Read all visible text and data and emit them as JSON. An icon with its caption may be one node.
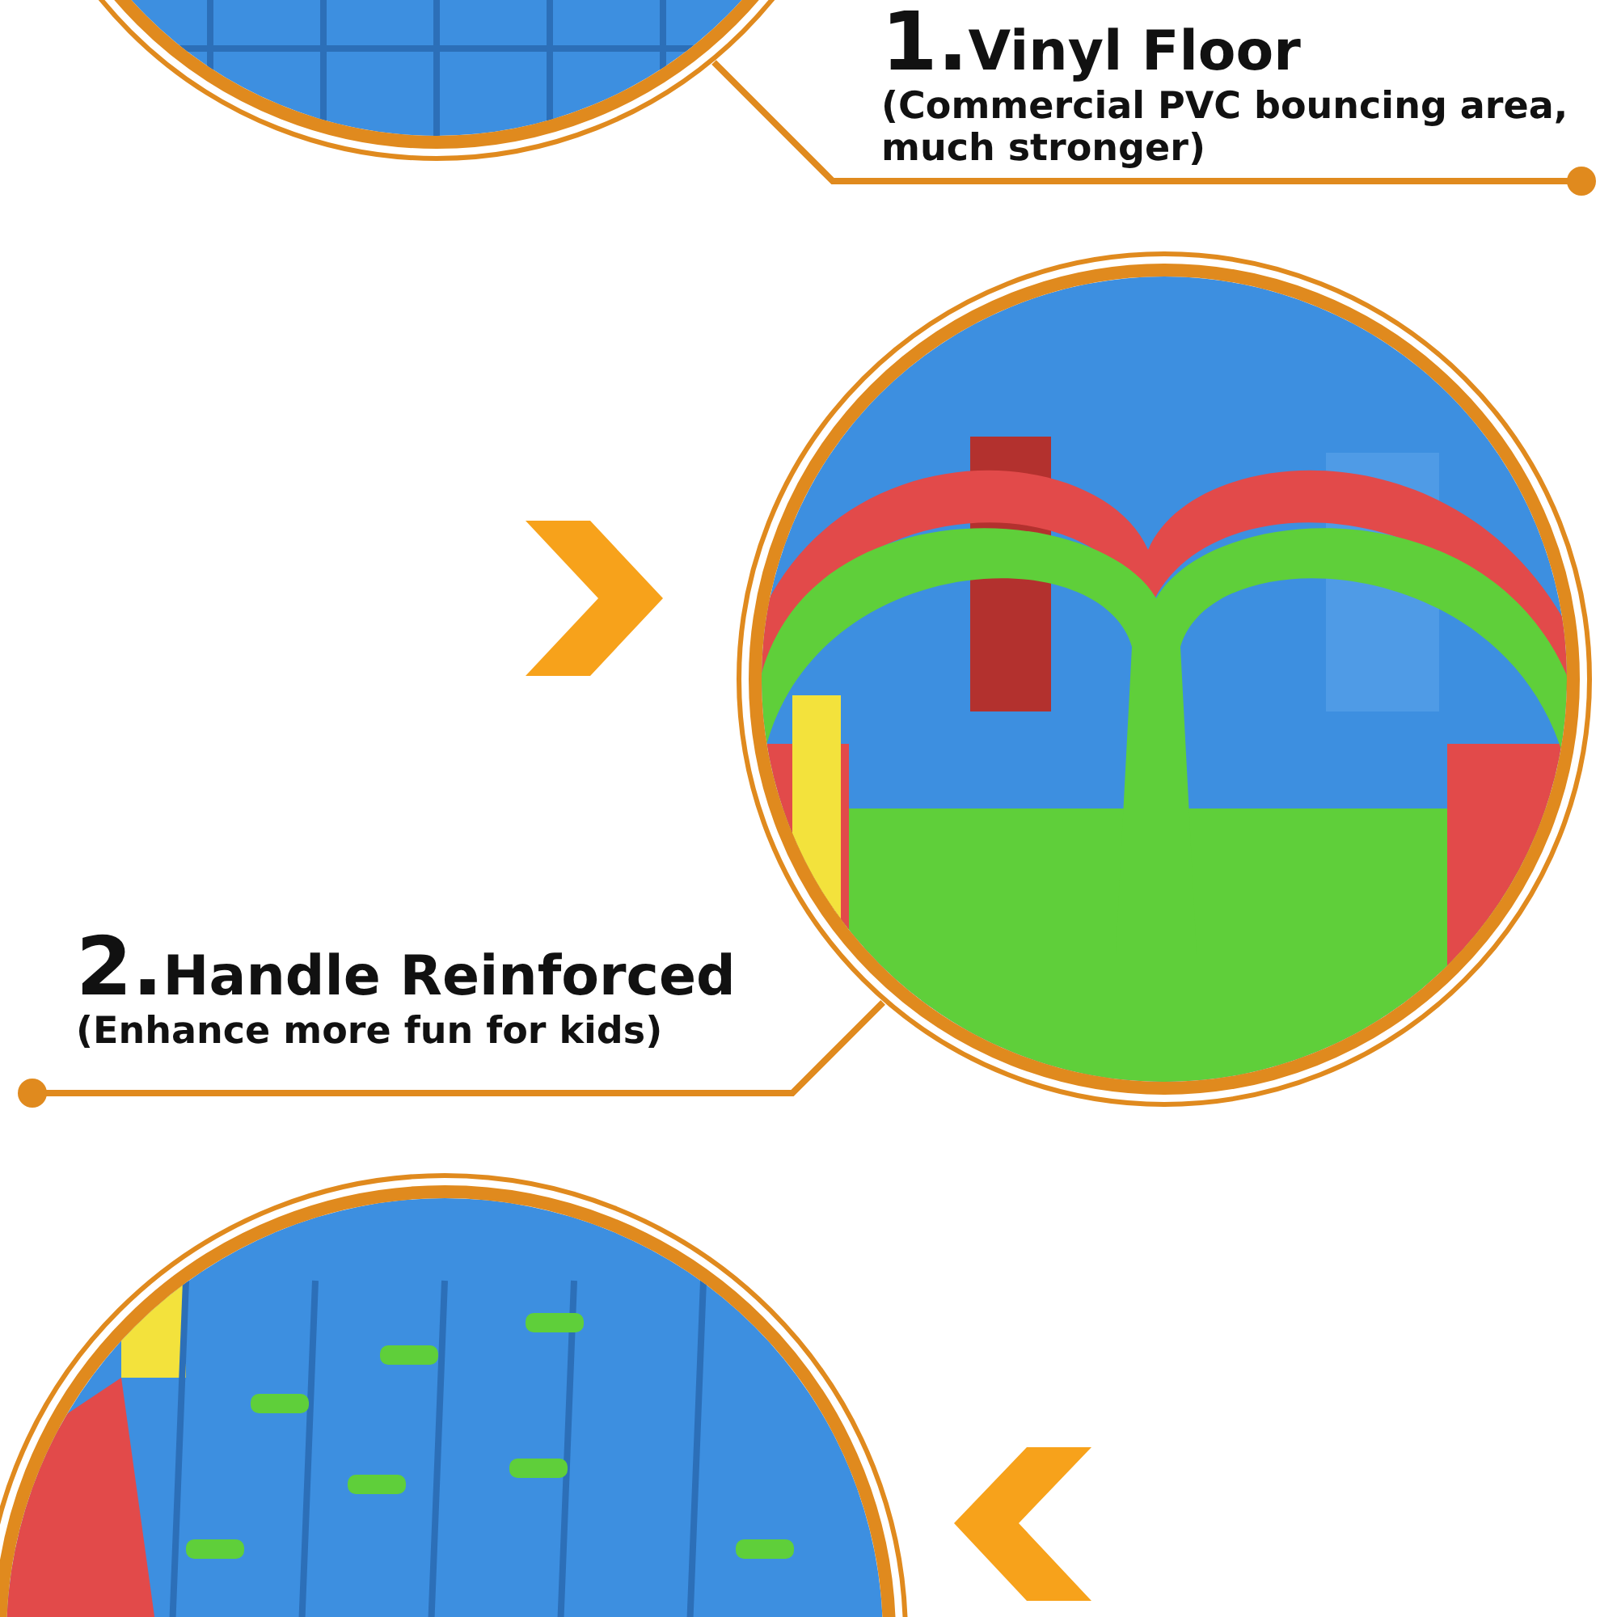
{
  "diagram": {
    "nodes": [
      {
        "text": [],
        "shape": "picture"
      },
      {
        "text": [
          "1.Vinyl Floor",
          "(Commercial PVC bouncing area, much stronger)"
        ]
      },
      {
        "text": [],
        "shape": "picture"
      },
      {
        "text": [
          "2.Handle Reinforced",
          "(Enhance more fun for kids)"
        ]
      },
      {
        "text": [],
        "shape": "picture"
      }
    ],
    "edges": [
      {
        "from": 1,
        "to": 0,
        "arrow": "other",
        "color": "#e08a1e"
      },
      {
        "from": 3,
        "to": 2,
        "arrow": "other",
        "color": "#e08a1e"
      }
    ]
  }
}
